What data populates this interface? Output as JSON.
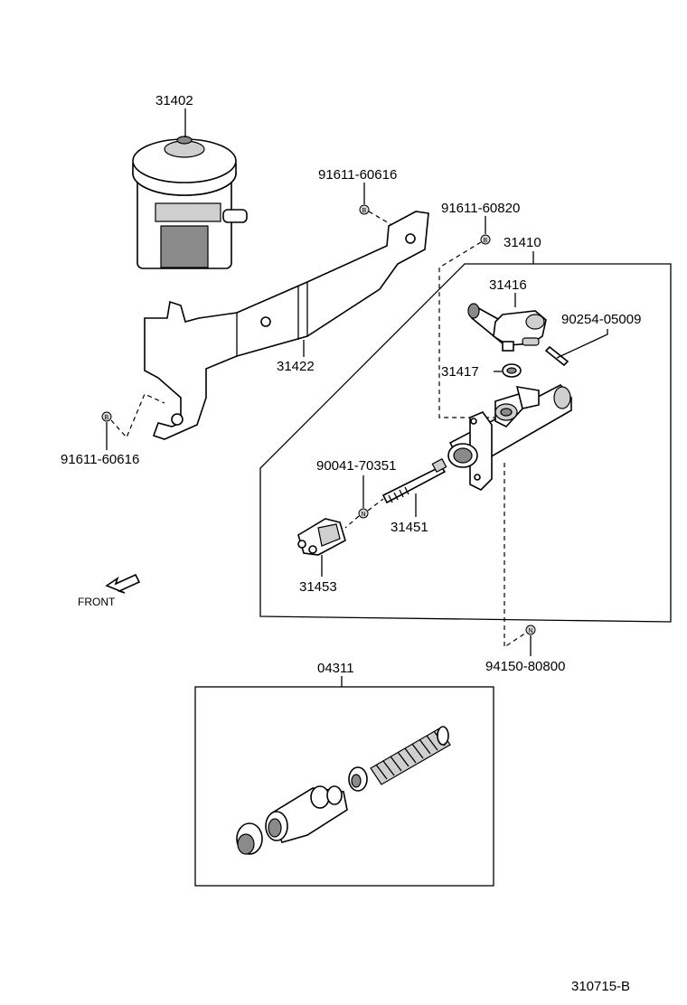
{
  "labels": {
    "reservoir": "31402",
    "bolt_top": "91611-60616",
    "bolt_right": "91611-60820",
    "assembly": "31410",
    "bracket": "31422",
    "bolt_left": "91611-60616",
    "union": "31416",
    "pin": "90254-05009",
    "grommet": "31417",
    "nut": "90041-70351",
    "push_rod": "31451",
    "clevis": "31453",
    "nut_bottom": "94150-80800",
    "kit": "04311",
    "front": "FRONT",
    "diagram_code": "310715-B"
  },
  "symbols": {
    "bolt": "B",
    "nut": "N"
  }
}
